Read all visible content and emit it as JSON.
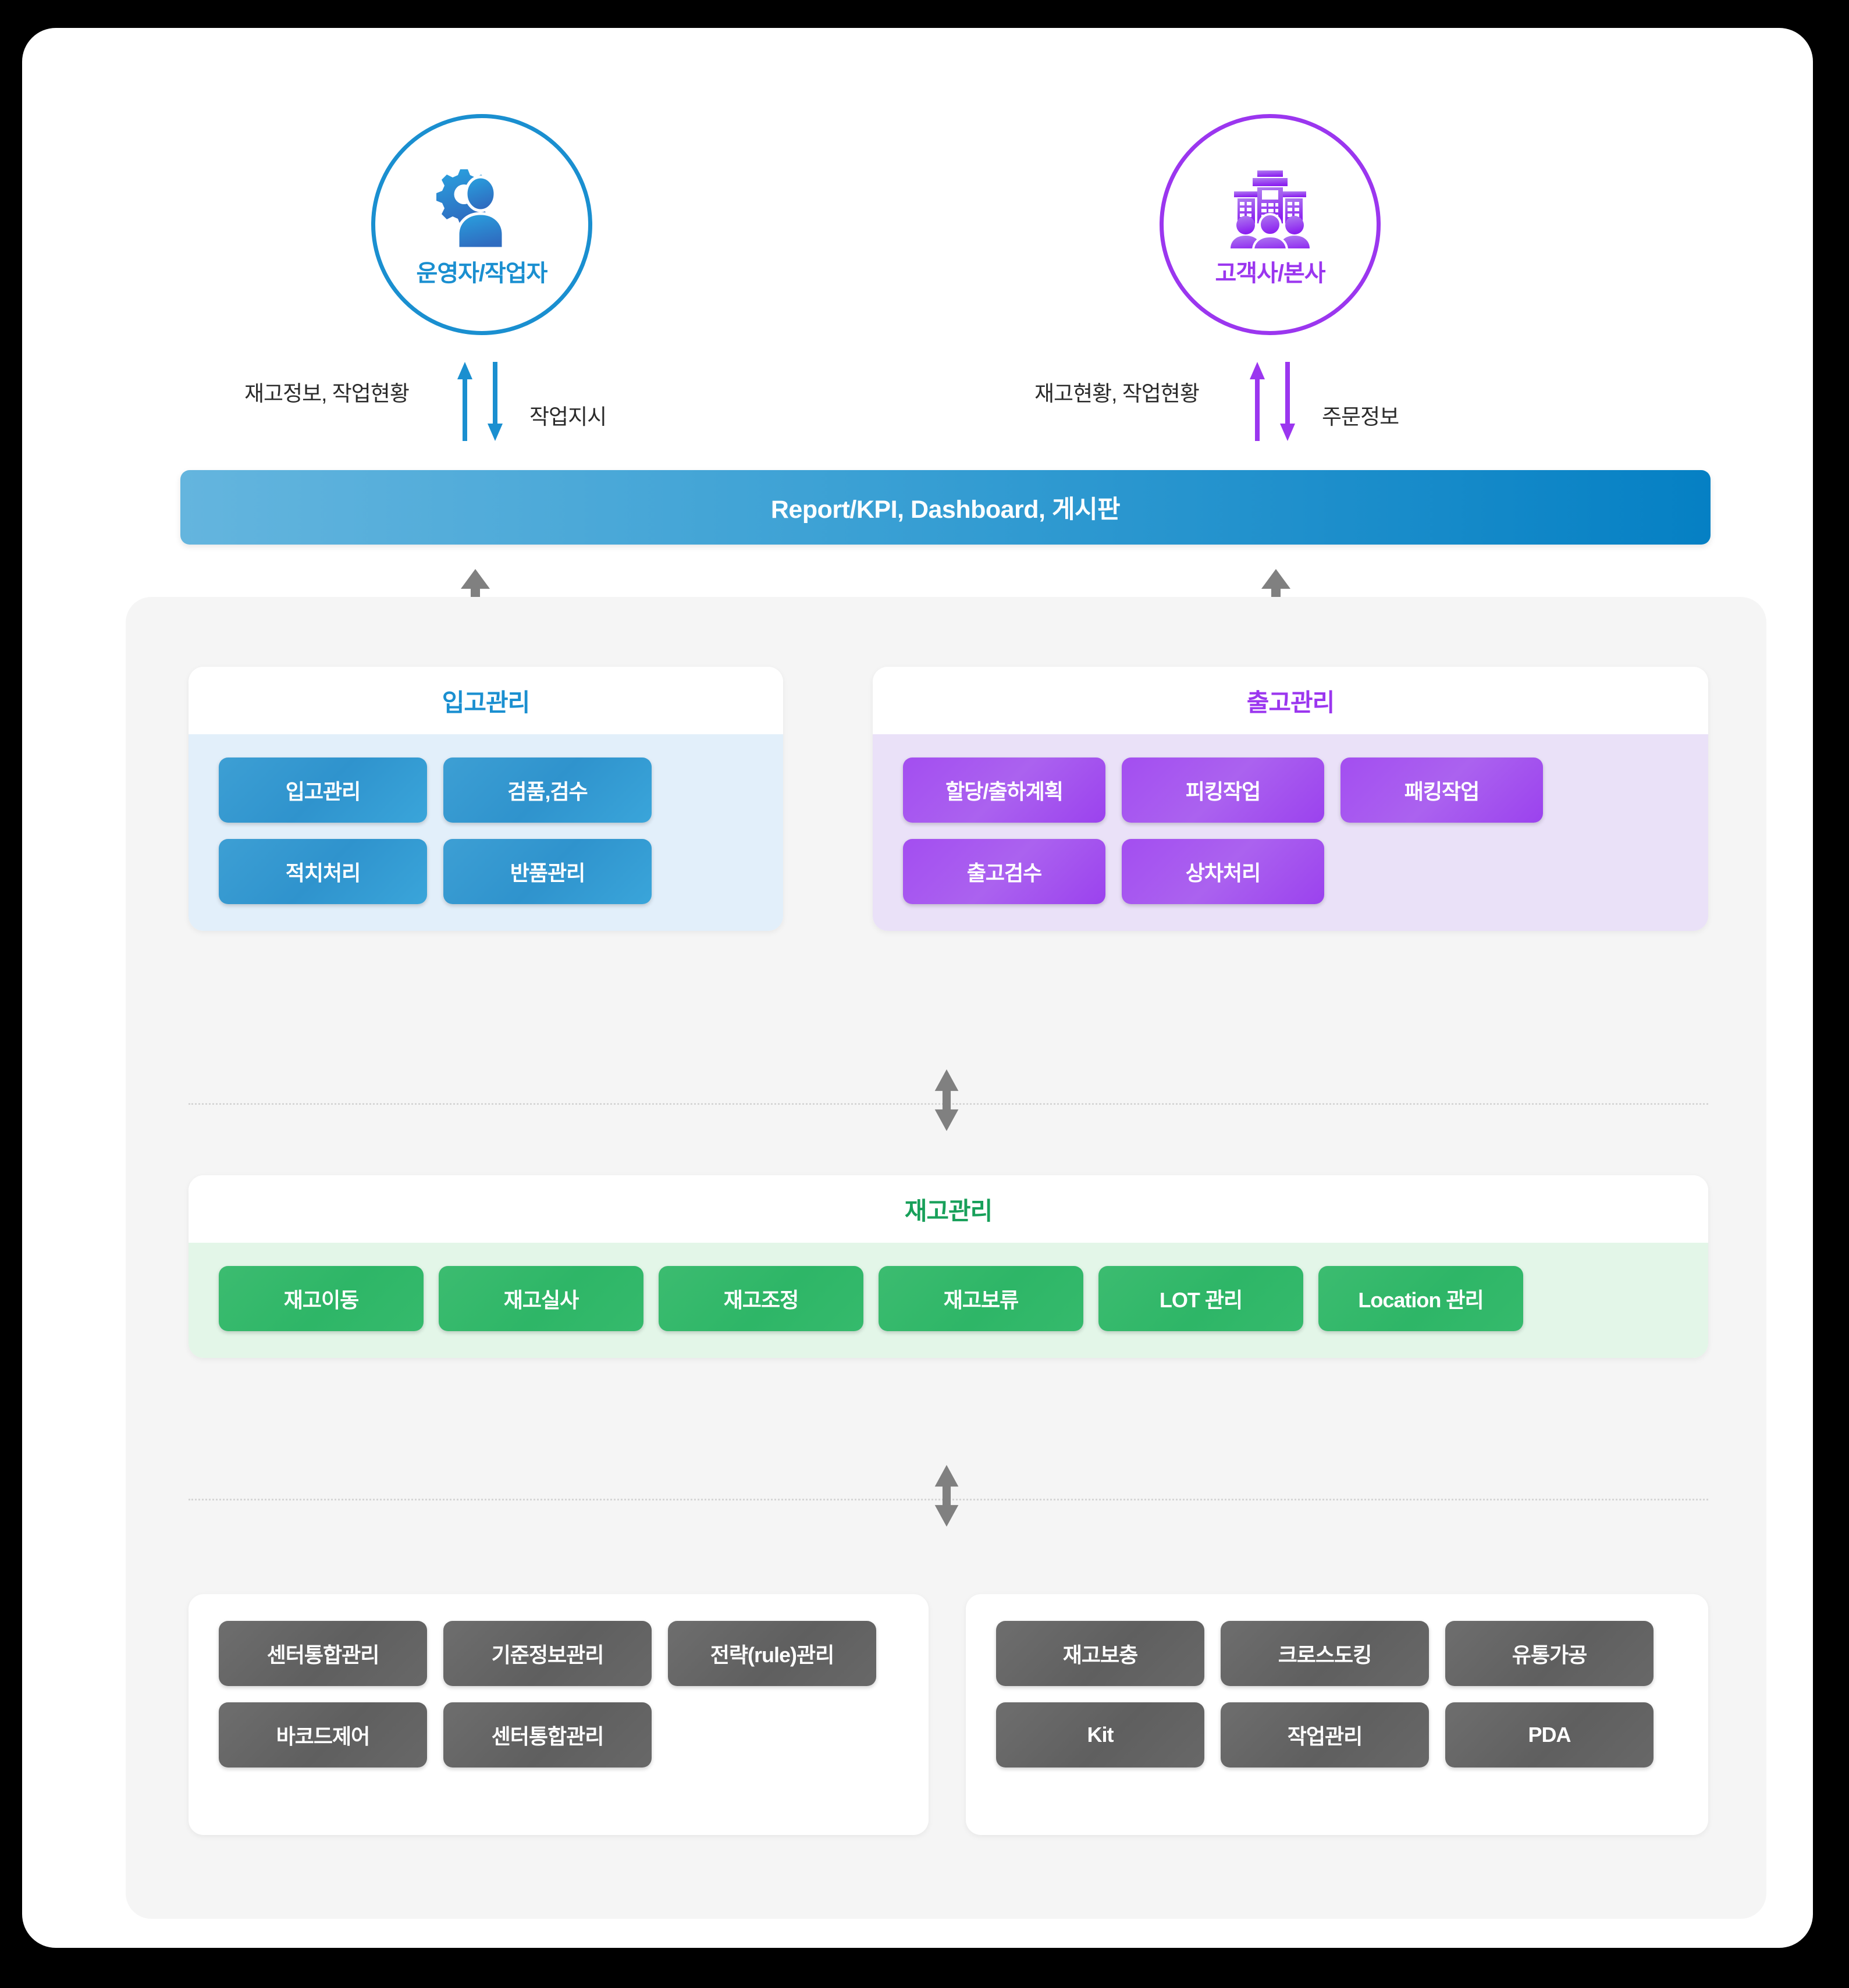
{
  "actors": [
    {
      "id": "operator",
      "label": "운영자/작업자",
      "icon": "gear-user-icon",
      "color": "#1a8fd0",
      "up_label": "재고정보, 작업현황",
      "down_label": "작업지시"
    },
    {
      "id": "customer",
      "label": "고객사/본사",
      "icon": "building-people-icon",
      "color": "#9b36ef",
      "up_label": "재고현황, 작업현황",
      "down_label": "주문정보"
    }
  ],
  "banner": {
    "text": "Report/KPI, Dashboard, 게시판",
    "gradient_start": "#64b5de",
    "gradient_end": "#0580c4"
  },
  "sections": {
    "inbound": {
      "title": "입고관리",
      "color": "#1a8fd0",
      "body_bg": "#e2effa",
      "items": [
        "입고관리",
        "검품,검수",
        "적치처리",
        "반품관리"
      ]
    },
    "outbound": {
      "title": "출고관리",
      "color": "#9b36ef",
      "body_bg": "#eae1f8",
      "items": [
        "할당/출하계획",
        "피킹작업",
        "패킹작업",
        "출고검수",
        "상차처리"
      ]
    },
    "stock": {
      "title": "재고관리",
      "color": "#18a05a",
      "body_bg": "#e3f6e8",
      "items": [
        "재고이동",
        "재고실사",
        "재고조정",
        "재고보류",
        "LOT 관리",
        "Location 관리"
      ]
    },
    "common": {
      "color": "#626262",
      "items": [
        "센터통합관리",
        "기준정보관리",
        "전략(rule)관리",
        "바코드제어",
        "센터통합관리"
      ]
    },
    "operations": {
      "color": "#626262",
      "items": [
        "재고보충",
        "크로스도킹",
        "유통가공",
        "Kit",
        "작업관리",
        "PDA"
      ]
    }
  },
  "connectors": {
    "arrow_color": "#808080",
    "divider_color": "#d6d6d6"
  }
}
